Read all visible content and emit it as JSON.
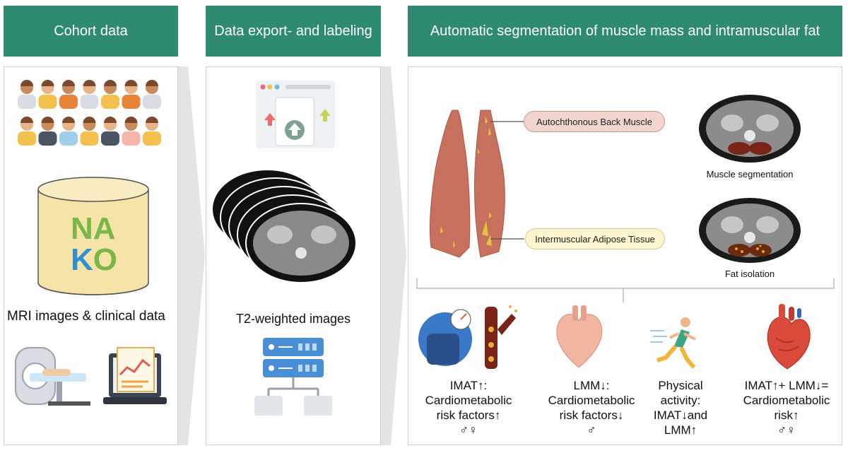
{
  "headers": {
    "cohort": "Cohort data",
    "export": "Data export- and labeling",
    "segmentation": "Automatic segmentation of muscle mass and intramuscular fat"
  },
  "cohort_panel": {
    "logo_letters": [
      "N",
      "A",
      "K",
      "O"
    ],
    "caption": "MRI images & clinical data"
  },
  "export_panel": {
    "caption": "T2-weighted images"
  },
  "segmentation_panel": {
    "label_back_muscle": "Autochthonous Back Muscle",
    "label_imat": "Intermuscular Adipose Tissue",
    "caption_muscle": "Muscle segmentation",
    "caption_fat": "Fat isolation"
  },
  "findings": [
    {
      "lines": [
        "IMAT↑:",
        "Cardiometabolic",
        "risk factors↑",
        "♂♀"
      ]
    },
    {
      "lines": [
        "LMM↓:",
        "Cardiometabolic",
        "risk factors↓",
        "♂"
      ]
    },
    {
      "lines": [
        "Physical",
        "activity:",
        "IMAT↓and",
        "LMM↑"
      ]
    },
    {
      "lines": [
        "IMAT↑+ LMM↓=",
        "Cardiometabolic",
        "risk↑",
        "♂♀"
      ]
    }
  ],
  "colors": {
    "header": "#2f8a72",
    "logo_green": "#7ab648",
    "logo_blue": "#2f8fd0",
    "muscle": "#c8705e",
    "fat": "#e3c53a"
  }
}
